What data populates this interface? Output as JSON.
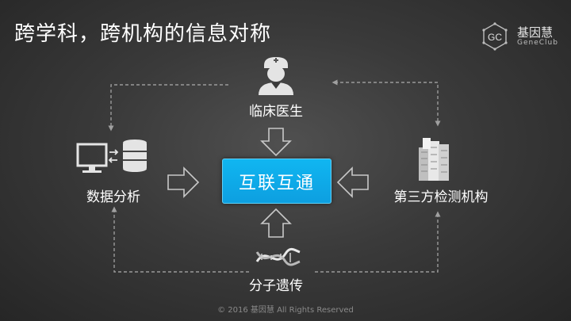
{
  "title": "跨学科，跨机构的信息对称",
  "logo": {
    "name_cn": "基因慧",
    "name_en": "GeneClub",
    "mark": "GC"
  },
  "hub": {
    "label": "互联互通",
    "color": "#10b0ee"
  },
  "nodes": {
    "clinician": {
      "label": "临床医生",
      "icon": "doctor-icon"
    },
    "data_analysis": {
      "label": "数据分析",
      "icon": "computer-database-icon"
    },
    "third_party": {
      "label": "第三方检测机构",
      "icon": "building-icon"
    },
    "genetics": {
      "label": "分子遗传",
      "icon": "dna-icon"
    }
  },
  "footer": {
    "copyright": "© 2016 基因慧 All Rights Reserved"
  }
}
